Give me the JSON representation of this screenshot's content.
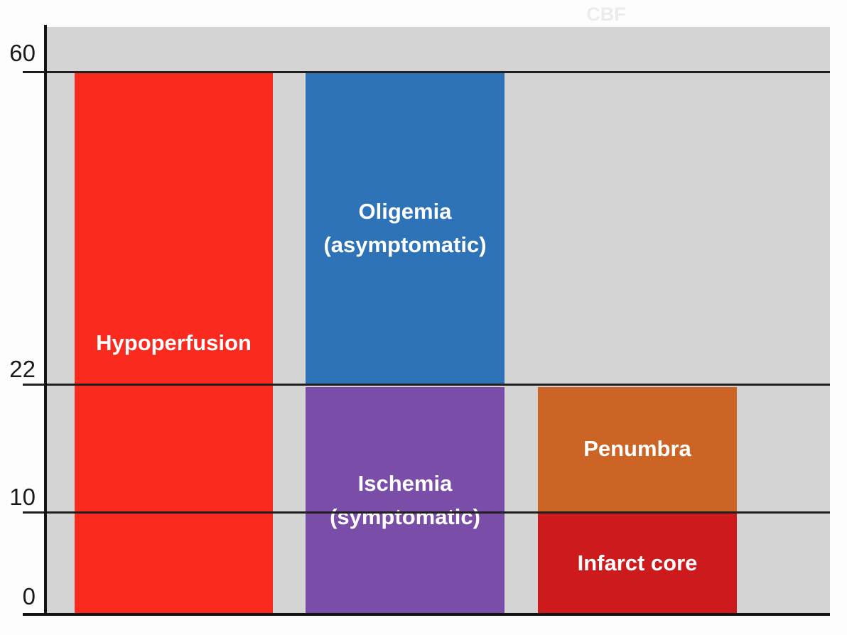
{
  "watermark": "CBF",
  "colors": {
    "page_background": "#fdfdfd",
    "plot_background": "#d4d4d5",
    "axis_line": "#141414",
    "gridline": "#1f1f1f",
    "tick_text": "#1a1a1a",
    "bar_label_text": "#ffffff"
  },
  "chart_data": {
    "type": "bar",
    "subtype": "vertical range bars (schematic CBF threshold diagram)",
    "title": "CBF",
    "xlabel": "",
    "ylabel": "CBF",
    "ylim": [
      0,
      62
    ],
    "yticks": [
      "60",
      "22",
      "10",
      "0"
    ],
    "gridlines_at": [
      60,
      22,
      10
    ],
    "grid": true,
    "legend": "none (labels inside bars)",
    "bars": [
      {
        "label": "Hypoperfusion",
        "column": 0,
        "range": [
          0,
          60
        ],
        "color": "#fb2a1e"
      },
      {
        "label": "Oligemia (asymptomatic)",
        "column": 1,
        "range": [
          22,
          60
        ],
        "color": "#2e73b8"
      },
      {
        "label": "Ischemia (symptomatic)",
        "column": 1,
        "range": [
          0,
          22
        ],
        "color": "#7a4da9"
      },
      {
        "label": "Penumbra",
        "column": 2,
        "range": [
          10,
          22
        ],
        "color": "#cb6424"
      },
      {
        "label": "Infarct core",
        "column": 2,
        "range": [
          0,
          10
        ],
        "color": "#cd1b1d"
      }
    ]
  }
}
